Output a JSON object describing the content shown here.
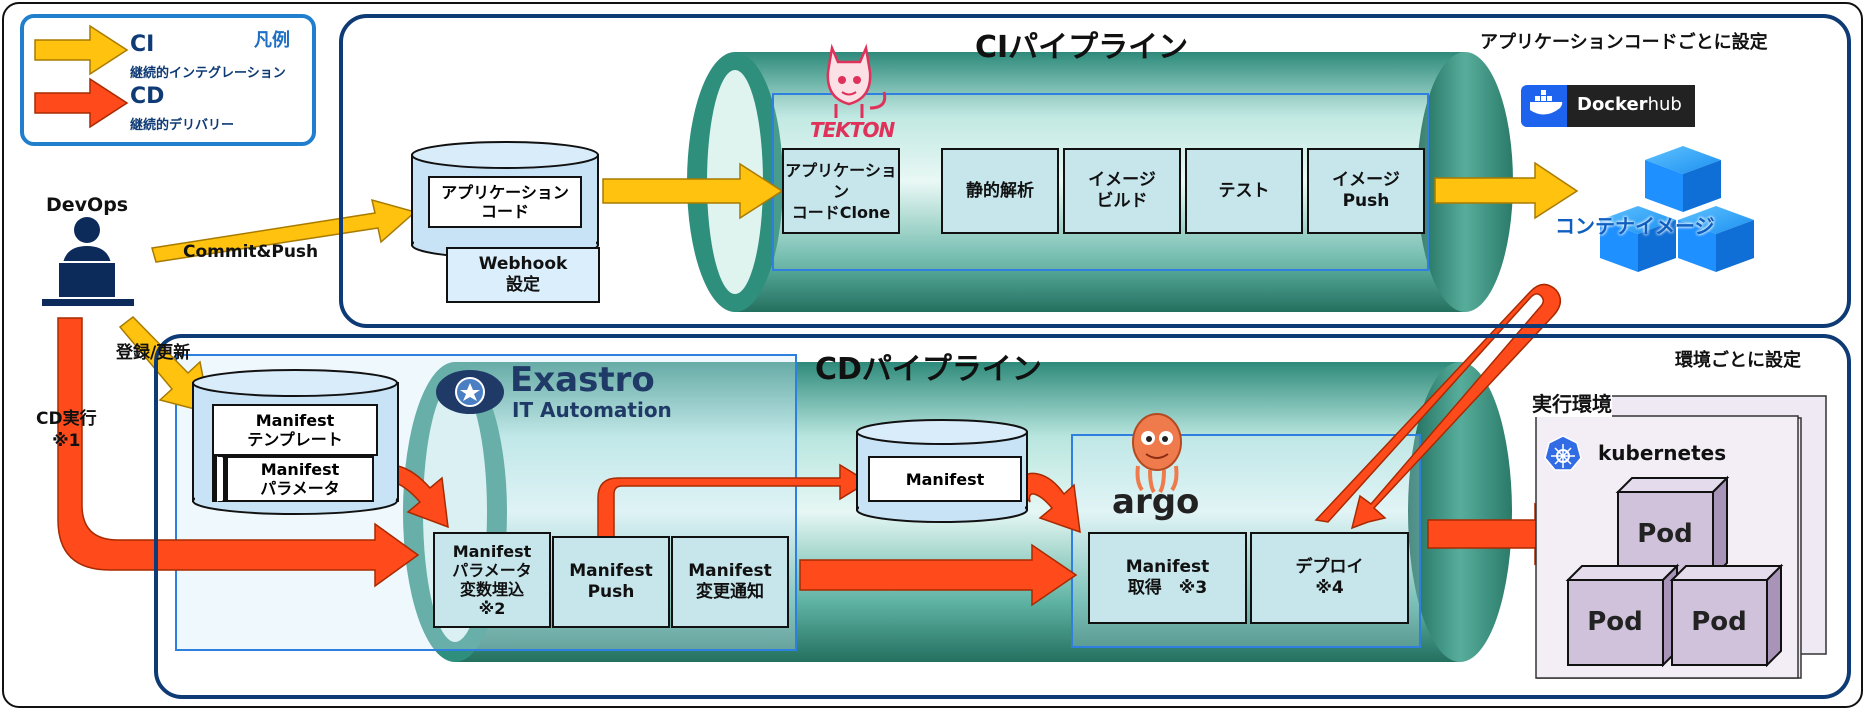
{
  "legend": {
    "title": "凡例",
    "ci": {
      "abbr": "CI",
      "desc": "継続的インテグレーション",
      "color": "#ffc20e"
    },
    "cd": {
      "abbr": "CD",
      "desc": "継続的デリバリー",
      "color": "#ff4a1c"
    }
  },
  "ci_section": {
    "title": "CIパイプライン",
    "note": "アプリケーションコードごとに設定",
    "tool_logo": "TEKTON",
    "steps": [
      "アプリケーション\nコードClone",
      "静的解析",
      "イメージ\nビルド",
      "テスト",
      "イメージ\nPush"
    ]
  },
  "cd_section": {
    "title": "CDパイプライン",
    "note": "環境ごとに設定",
    "exastro_logo": {
      "name": "Exastro",
      "sub": "IT Automation"
    },
    "exastro_steps": [
      "Manifest\nパラメータ\n変数埋込\n※2",
      "Manifest\nPush",
      "Manifest\n変更通知"
    ],
    "argo_logo": "argo",
    "argo_steps": [
      "Manifest\n取得　※3",
      "デプロイ\n※4"
    ]
  },
  "actors": {
    "devops_label": "DevOps",
    "commit_label": "Commit&Push",
    "register_label": "登録/更新",
    "cd_exec_label": "CD実行\n※1"
  },
  "repos": {
    "app_code": "アプリケーション\nコード",
    "webhook": "Webhook\n設定",
    "manifest_template": "Manifest\nテンプレート",
    "manifest_params": "Manifest\nパラメータ",
    "manifest": "Manifest"
  },
  "registry": {
    "dockerhub_prefix": "Docker",
    "dockerhub_suffix": "hub",
    "container_image": "コンテナイメージ"
  },
  "runtime": {
    "title": "実行環境",
    "kubernetes": "kubernetes",
    "pods": [
      "Pod",
      "Pod",
      "Pod"
    ]
  }
}
